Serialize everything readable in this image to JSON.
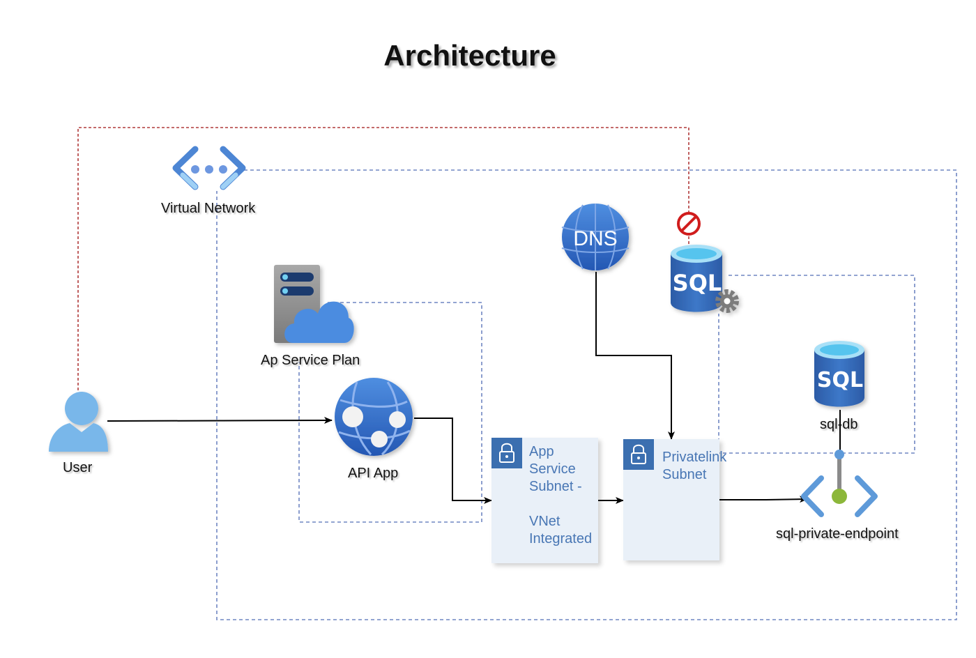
{
  "title": "Architecture",
  "nodes": {
    "virtual_network": "Virtual Network",
    "app_service_plan": "Ap Service Plan",
    "user": "User",
    "api_app": "API App",
    "dns": "DNS",
    "sql_server": "SQL",
    "sql_db_icon": "SQL",
    "sql_db": "sql-db",
    "sql_private_endpoint": "sql-private-endpoint"
  },
  "subnets": {
    "app_service": "App\nService\nSubnet -\n\nVNet\nIntegrated",
    "privatelink": "Privatelink\nSubnet"
  },
  "colors": {
    "vnet_border": "#6f86c2",
    "blocked_path": "#b03a3a",
    "azure_blue": "#3b6fb0",
    "icon_light_blue": "#79b7ea",
    "subnet_fill": "#e9f0f8",
    "subnet_text": "#4876b4",
    "endpoint_green": "#8cb73a"
  },
  "icons": [
    "virtual-network-icon",
    "app-service-plan-icon",
    "user-icon",
    "api-app-icon",
    "dns-icon",
    "sql-server-icon",
    "blocked-icon",
    "sql-db-icon",
    "private-endpoint-icon",
    "lock-icon"
  ]
}
